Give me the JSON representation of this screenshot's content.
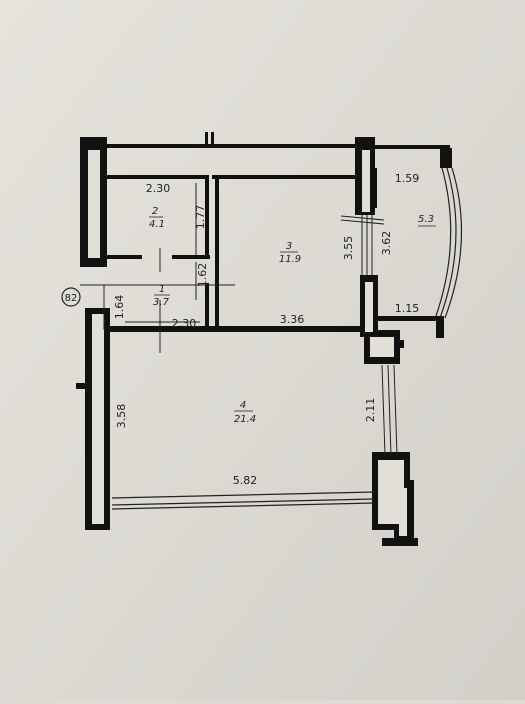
{
  "axis_marker": "82",
  "rooms": [
    {
      "number": "1",
      "area": "3.7"
    },
    {
      "number": "2",
      "area": "4.1"
    },
    {
      "number": "3",
      "area": "11.9"
    },
    {
      "number": "4",
      "area": "21.4"
    },
    {
      "number": "",
      "area": "5.3"
    }
  ],
  "dimensions": {
    "room2_width": "2.30",
    "room2_depth": "1.77",
    "room1_depth_right": "1.62",
    "room1_depth_left": "1.64",
    "room1_width": "2.30",
    "room3_width": "3.36",
    "room3_depth": "3.55",
    "balcony_depth": "3.62",
    "balcony_width_top": "1.59",
    "balcony_width_bottom": "1.15",
    "room4_depth": "3.58",
    "room4_window": "2.11",
    "room4_width": "5.82"
  }
}
